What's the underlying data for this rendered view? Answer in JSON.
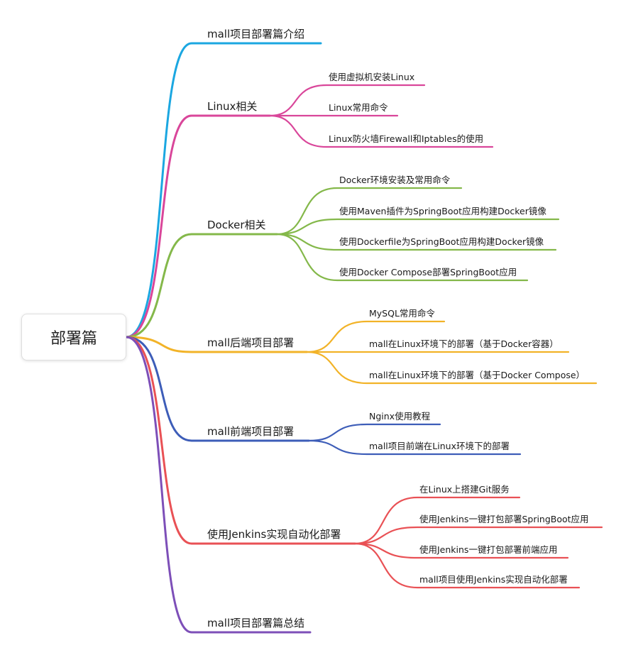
{
  "root": {
    "label": "部署篇"
  },
  "branches": [
    {
      "id": "intro",
      "label": "mall项目部署篇介绍",
      "color": "#1ba7e1",
      "children": []
    },
    {
      "id": "linux",
      "label": "Linux相关",
      "color": "#d9469a",
      "children": [
        {
          "label": "使用虚拟机安装Linux"
        },
        {
          "label": "Linux常用命令"
        },
        {
          "label": "Linux防火墙Firewall和Iptables的使用"
        }
      ]
    },
    {
      "id": "docker",
      "label": "Docker相关",
      "color": "#84b84a",
      "children": [
        {
          "label": "Docker环境安装及常用命令"
        },
        {
          "label": "使用Maven插件为SpringBoot应用构建Docker镜像"
        },
        {
          "label": "使用Dockerfile为SpringBoot应用构建Docker镜像"
        },
        {
          "label": "使用Docker Compose部署SpringBoot应用"
        }
      ]
    },
    {
      "id": "backend",
      "label": "mall后端项目部署",
      "color": "#f2b328",
      "children": [
        {
          "label": "MySQL常用命令"
        },
        {
          "label": "mall在Linux环境下的部署（基于Docker容器）"
        },
        {
          "label": "mall在Linux环境下的部署（基于Docker Compose）"
        }
      ]
    },
    {
      "id": "frontend",
      "label": "mall前端项目部署",
      "color": "#3d5db8",
      "children": [
        {
          "label": "Nginx使用教程"
        },
        {
          "label": "mall项目前端在Linux环境下的部署"
        }
      ]
    },
    {
      "id": "jenkins",
      "label": "使用Jenkins实现自动化部署",
      "color": "#e95155",
      "children": [
        {
          "label": "在Linux上搭建Git服务"
        },
        {
          "label": "使用Jenkins一键打包部署SpringBoot应用"
        },
        {
          "label": "使用Jenkins一键打包部署前端应用"
        },
        {
          "label": "mall项目使用Jenkins实现自动化部署"
        }
      ]
    },
    {
      "id": "summary",
      "label": "mall项目部署篇总结",
      "color": "#7d4fb8",
      "children": []
    }
  ]
}
